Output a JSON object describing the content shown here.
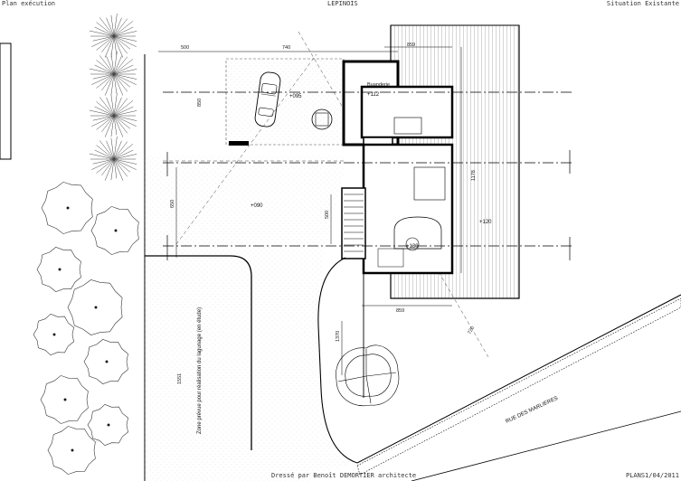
{
  "header": {
    "left": "Plan exécution",
    "center": "LEPINOIS",
    "right": "Situation Existante"
  },
  "footer": {
    "center": "Dressé par Benoît DEMORTIER architecte",
    "right": "PLANS1/04/2011"
  },
  "plan": {
    "dims": {
      "d500": "500",
      "d740": "740",
      "d650": "650",
      "d859_top": "859",
      "d1178": "1178",
      "d850": "850",
      "d500_v": "500",
      "d859_bottom": "859",
      "d1370": "1370",
      "d1551": "1551",
      "d720": "720"
    },
    "levels": {
      "parking": "+095",
      "garage": "+112",
      "courtyard": "+090",
      "living": "+130",
      "terrace": "+120"
    },
    "room_labels": {
      "buanderie": "Buanderie"
    },
    "street_label": "RUE DES MARLIERES",
    "zone_label": "Zone prévue pour réalisation du lagunage (en étude)"
  }
}
